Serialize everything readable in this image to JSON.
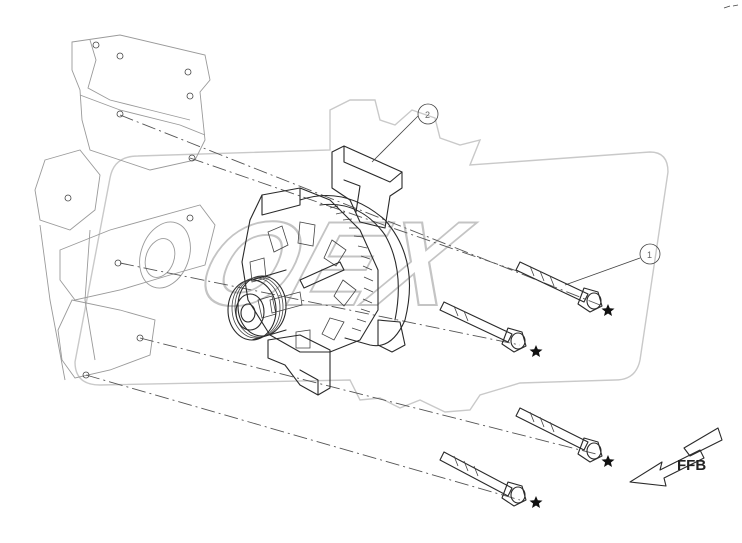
{
  "callouts": [
    {
      "id": "alternator",
      "label": "2"
    },
    {
      "id": "bolt",
      "label": "1"
    }
  ],
  "direction": {
    "label": "FFB"
  },
  "watermark": {
    "text": "OEX"
  }
}
